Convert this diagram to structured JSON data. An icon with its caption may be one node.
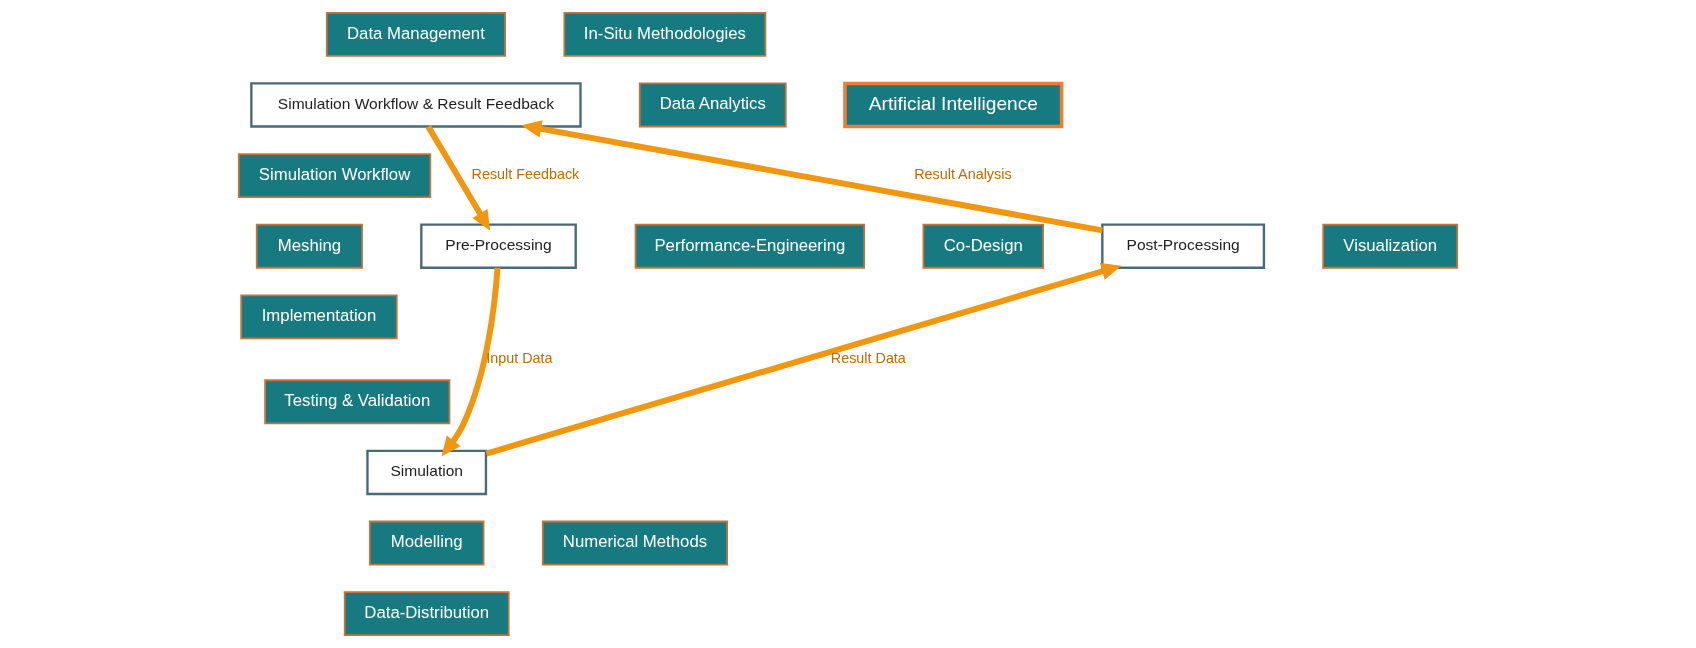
{
  "diagram": {
    "nodes": [
      {
        "text": [
          "Data Management"
        ]
      },
      {
        "text": [
          "In-Situ Methodologies"
        ]
      },
      {
        "text": [
          "Simulation Workflow & Result Feedback"
        ]
      },
      {
        "text": [
          "Data Analytics"
        ]
      },
      {
        "text": [
          "Artificial Intelligence"
        ]
      },
      {
        "text": [
          "Simulation Workflow"
        ]
      },
      {
        "text": [
          "Performance-Engineering"
        ]
      },
      {
        "text": [
          "Co-Design"
        ]
      },
      {
        "text": [
          "Meshing"
        ]
      },
      {
        "text": [
          "Pre-Processing"
        ]
      },
      {
        "text": [
          "Post-Processing"
        ]
      },
      {
        "text": [
          "Visualization"
        ]
      },
      {
        "text": [
          "Implementation"
        ]
      },
      {
        "text": [
          "Testing & Validation"
        ]
      },
      {
        "text": [
          "Simulation"
        ]
      },
      {
        "text": [
          "Modelling"
        ]
      },
      {
        "text": [
          "Numerical Methods"
        ]
      },
      {
        "text": [
          "Data-Distribution"
        ]
      }
    ],
    "edges": [
      {
        "from": 9,
        "to": 14,
        "arrow": "to",
        "label": "Input Data"
      },
      {
        "from": 14,
        "to": 10,
        "arrow": "to",
        "label": "Result Data"
      },
      {
        "from": 10,
        "to": 2,
        "arrow": "to",
        "label": "Result Analysis"
      },
      {
        "from": 2,
        "to": 9,
        "arrow": "to",
        "label": "Result Feedback"
      }
    ]
  }
}
